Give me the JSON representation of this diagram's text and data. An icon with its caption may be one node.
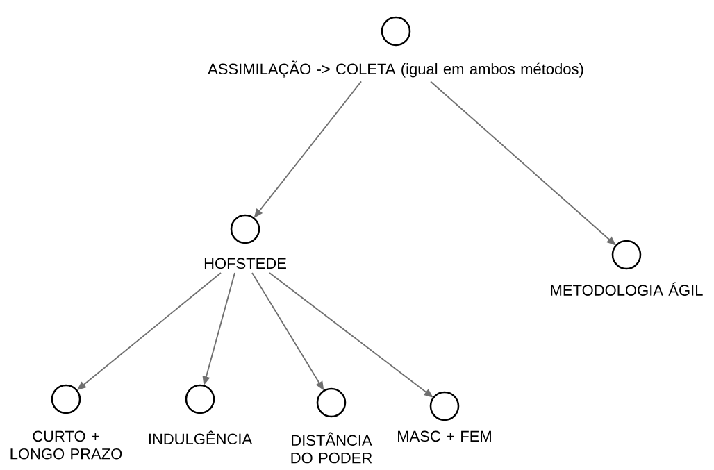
{
  "diagram": {
    "nodes": [
      {
        "text": [
          "ASSIMILAÇÃO -> COLETA (igual em ambos métodos)"
        ]
      },
      {
        "text": [
          "HOFSTEDE"
        ]
      },
      {
        "text": [
          "METODOLOGIA ÁGIL"
        ]
      },
      {
        "text": [
          "CURTO + LONGO PRAZO"
        ]
      },
      {
        "text": [
          "INDULGÊNCIA"
        ]
      },
      {
        "text": [
          "DISTÂNCIA DO PODER"
        ]
      },
      {
        "text": [
          "MASC + FEM"
        ]
      }
    ],
    "edges": [
      {
        "from": 0,
        "to": 1,
        "arrow": "to"
      },
      {
        "from": 0,
        "to": 2,
        "arrow": "to"
      },
      {
        "from": 1,
        "to": 3,
        "arrow": "to"
      },
      {
        "from": 1,
        "to": 4,
        "arrow": "to"
      },
      {
        "from": 1,
        "to": 5,
        "arrow": "to"
      },
      {
        "from": 1,
        "to": 6,
        "arrow": "to"
      }
    ]
  }
}
